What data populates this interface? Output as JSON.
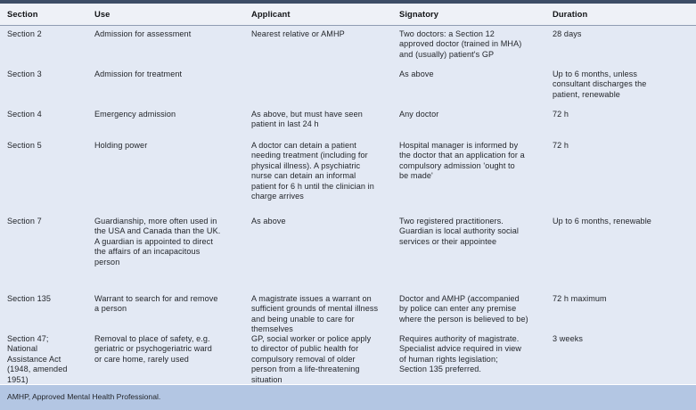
{
  "figure": {
    "type": "table",
    "colors": {
      "top_rule": "#3d4d66",
      "header_bg": "#eef1f7",
      "body_bg": "#e3e9f4",
      "footer_bg": "#b3c6e3",
      "text": "#23262b"
    }
  },
  "columns": [
    {
      "key": "section",
      "label": "Section"
    },
    {
      "key": "use",
      "label": "Use"
    },
    {
      "key": "applicant",
      "label": "Applicant"
    },
    {
      "key": "signatory",
      "label": "Signatory"
    },
    {
      "key": "duration",
      "label": "Duration"
    }
  ],
  "rows": [
    {
      "section": "Section 2",
      "use": "Admission for assessment",
      "applicant": "Nearest relative or AMHP",
      "signatory": "Two doctors: a Section 12\napproved doctor (trained in MHA)\nand (usually) patient's GP",
      "duration": "28 days"
    },
    {
      "section": "Section 3",
      "use": "Admission for treatment",
      "applicant": "",
      "signatory": "As above",
      "duration": "Up to 6 months, unless\nconsultant discharges the\npatient, renewable"
    },
    {
      "section": "Section 4",
      "use": "Emergency admission",
      "applicant": "As above, but must have seen\npatient in last 24 h",
      "signatory": "Any doctor",
      "duration": "72 h"
    },
    {
      "section": "Section 5",
      "use": "Holding power",
      "applicant": "A doctor can detain a patient\nneeding treatment (including for\nphysical illness). A psychiatric\nnurse can detain an informal\npatient for 6 h until the clinician in\ncharge arrives",
      "signatory": "Hospital manager is informed by\nthe doctor that an application for a\ncompulsory admission 'ought to\nbe made'",
      "duration": "72 h"
    },
    {
      "section": "Section 7",
      "use": "Guardianship, more often used in\nthe USA and Canada than the UK.\nA guardian is appointed to direct\nthe affairs of an incapacitous\nperson",
      "applicant": "As above",
      "signatory": "Two registered practitioners.\nGuardian is local authority social\nservices or their appointee",
      "duration": "Up to 6 months, renewable"
    },
    {
      "section": "Section 135",
      "use": "Warrant to search for and remove\na person",
      "applicant": "A magistrate issues a warrant on\nsufficient grounds of mental illness\nand being unable to care for\nthemselves",
      "signatory": "Doctor and AMHP (accompanied\nby police can enter any premise\nwhere the person is believed to be)",
      "duration": "72 h maximum"
    },
    {
      "section": "Section 47;\nNational\nAssistance Act\n(1948, amended\n1951)",
      "use": "Removal to place of safety, e.g.\ngeriatric or psychogeriatric ward\nor care home, rarely used",
      "applicant": "GP, social worker or police apply\nto director of public health for\ncompulsory removal of older\nperson from a life-threatening\nsituation",
      "signatory": "Requires authority of magistrate.\nSpecialist advice required in view\nof human rights legislation;\nSection 135 preferred.",
      "duration": "3 weeks"
    }
  ],
  "footnote": "AMHP, Approved Mental Health Professional."
}
